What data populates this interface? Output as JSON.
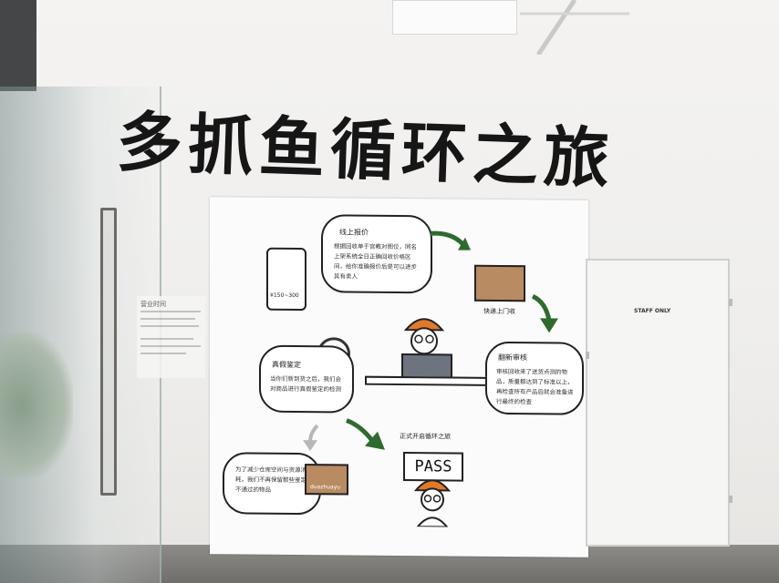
{
  "title": "多抓鱼循环之旅",
  "door": {
    "sign": "STAFF ONLY"
  },
  "notice": {
    "title": "营业时间"
  },
  "board": {
    "step1": {
      "title": "线上报价",
      "text": "根据回收单于宫教对图位，同名上架系统全日正确回收价格区间，给你准确报价后是可以进步其有卖人"
    },
    "step2": {
      "caption": "快递上门收"
    },
    "step3": {
      "title": "翻新审核",
      "text": "审核回收来了送货点测的物品，质量都达到了标准以上，再检查所有产品后就会准备进行最终的检查"
    },
    "step4": {
      "title": "真假鉴定",
      "text": "当你们新到货之后，我们会对商品进行真假鉴定的检测"
    },
    "step5": {
      "caption": "正式开启循环之旅"
    },
    "step6": {
      "text": "为了减少仓库空间与资源消耗，我们不再保留那些鉴定不通过的物品"
    },
    "price": "¥150~300",
    "pass": "PASS",
    "box_label": "duozhuayu"
  },
  "colors": {
    "arrow_green": "#2f6b2f",
    "arrow_gray": "#b8b8b8",
    "helmet_orange": "#e07a2a",
    "box_brown": "#b98b62"
  }
}
